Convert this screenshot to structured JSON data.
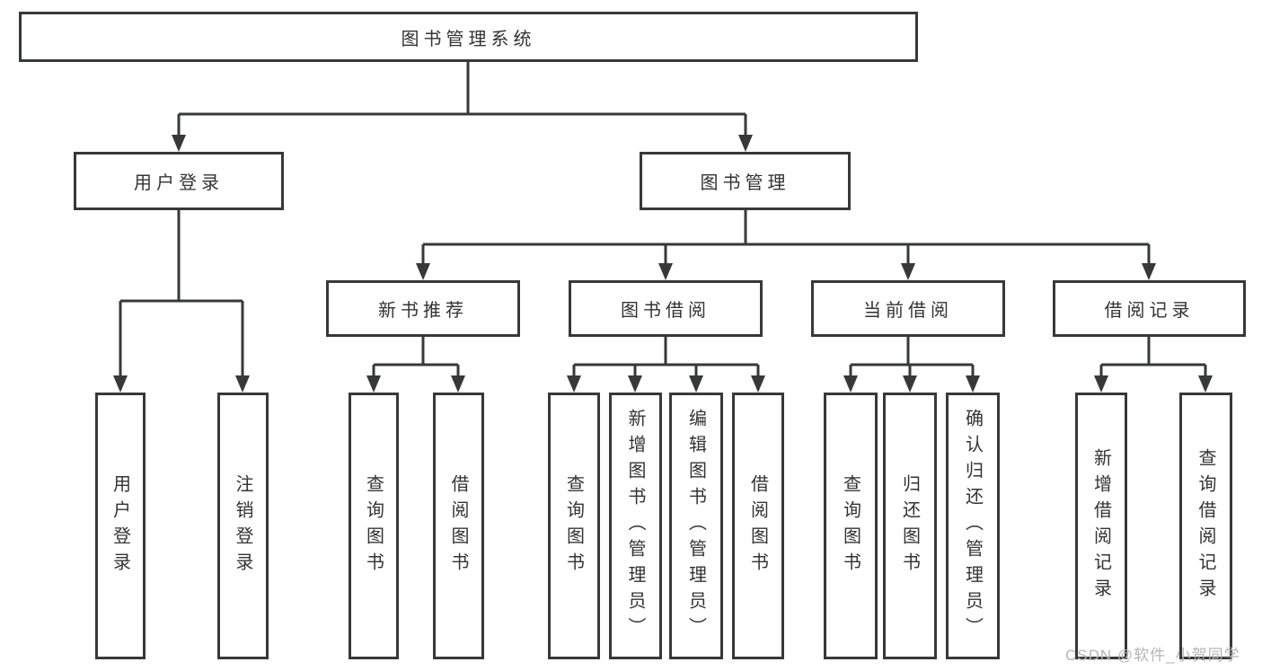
{
  "diagram": {
    "title": "图书管理系统",
    "level2": {
      "user_login": "用户登录",
      "book_mgmt": "图书管理"
    },
    "level3": {
      "new_books": "新书推荐",
      "book_borrow": "图书借阅",
      "current_borrow": "当前借阅",
      "borrow_records": "借阅记录"
    },
    "leaves": {
      "user_login_1": "用户登录",
      "user_login_2": "注销登录",
      "new_books_1": "查询图书",
      "new_books_2": "借阅图书",
      "book_borrow_1": "查询图书",
      "book_borrow_2": "新增图书（管理员）",
      "book_borrow_3": "编辑图书（管理员）",
      "book_borrow_4": "借阅图书",
      "current_1": "查询图书",
      "current_2": "归还图书",
      "current_3": "确认归还（管理员）",
      "records_1": "新增借阅记录",
      "records_2": "查询借阅记录"
    }
  },
  "watermark": "CSDN @软件_小贺同学",
  "colors": {
    "line": "#37383a",
    "border": "#37383a",
    "text": "#333333",
    "watermark": "#b5b5b5",
    "background": "#ffffff"
  }
}
